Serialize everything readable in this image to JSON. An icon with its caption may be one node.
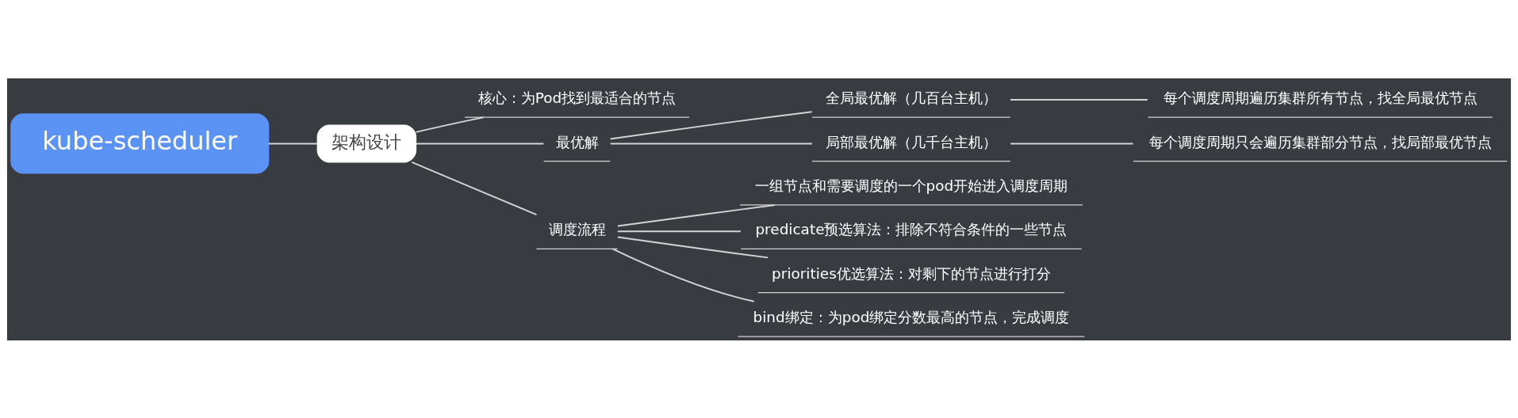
{
  "diagram": {
    "nodes": [
      {
        "text": [
          "kube-scheduler"
        ]
      },
      {
        "text": [
          "架构设计"
        ]
      },
      {
        "text": [
          "核心：为Pod找到最适合的节点"
        ]
      },
      {
        "text": [
          "最优解"
        ]
      },
      {
        "text": [
          "全局最优解（几百台主机）"
        ]
      },
      {
        "text": [
          "每个调度周期遍历集群所有节点，找全局最优节点"
        ]
      },
      {
        "text": [
          "局部最优解（几千台主机）"
        ]
      },
      {
        "text": [
          "每个调度周期只会遍历集群部分节点，找局部最优节点"
        ]
      },
      {
        "text": [
          "调度流程"
        ]
      },
      {
        "text": [
          "一组节点和需要调度的一个pod开始进入调度周期"
        ]
      },
      {
        "text": [
          "predicate预选算法：排除不符合条件的一些节点"
        ]
      },
      {
        "text": [
          "priorities优选算法：对剩下的节点进行打分"
        ]
      },
      {
        "text": [
          "bind绑定：为pod绑定分数最高的节点，完成调度"
        ]
      }
    ],
    "edges": [
      {
        "from": 0,
        "to": 1,
        "arrow": "none"
      },
      {
        "from": 1,
        "to": 2,
        "arrow": "none"
      },
      {
        "from": 1,
        "to": 3,
        "arrow": "none"
      },
      {
        "from": 1,
        "to": 8,
        "arrow": "none"
      },
      {
        "from": 3,
        "to": 4,
        "arrow": "none"
      },
      {
        "from": 3,
        "to": 6,
        "arrow": "none"
      },
      {
        "from": 4,
        "to": 5,
        "arrow": "none"
      },
      {
        "from": 6,
        "to": 7,
        "arrow": "none"
      },
      {
        "from": 8,
        "to": 9,
        "arrow": "none"
      },
      {
        "from": 8,
        "to": 10,
        "arrow": "none"
      },
      {
        "from": 8,
        "to": 11,
        "arrow": "none"
      },
      {
        "from": 8,
        "to": 12,
        "arrow": "none"
      }
    ]
  }
}
